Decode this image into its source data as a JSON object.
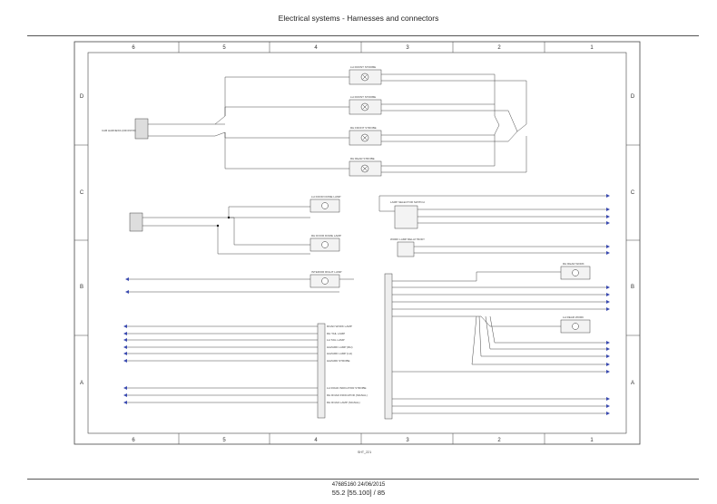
{
  "header": {
    "title": "Electrical systems - Harnesses and connectors"
  },
  "footer": {
    "doc": "47685160 24/06/2015",
    "page": "55.2 [55.100] / 85"
  },
  "grid": {
    "cols": [
      "6",
      "5",
      "4",
      "3",
      "2",
      "1"
    ],
    "rows": [
      "D",
      "C",
      "B",
      "A"
    ],
    "sheet_ref": "SHT_22",
    "sheet_num": "1"
  },
  "diagram": {
    "left_connector": "CAB HARNESS (FRONT/R)",
    "lamps_top": [
      "LH FRONT STROBE",
      "LH FRONT STROBE",
      "RH FRONT STROBE",
      "RH REAR STROBE"
    ],
    "lamps_mid": [
      "LH DOOR DOME LAMP",
      "RH DOOR DOME LAMP",
      "INTERIOR RIGHT LAMP"
    ],
    "switch": "LAMP SELECTOR SWITCH",
    "relay": "WORK LAMP RELAY BODY",
    "lamps_right": [
      "RH REAR WORK",
      "LH REAR WORK"
    ],
    "a_section_labels": [
      "ROAD WORK LAMP",
      "RH TAIL LAMP",
      "LH TAIL LAMP",
      "HAZARD LAMP (RH)",
      "HAZARD LAMP (LH)",
      "HAZARD STROBE"
    ],
    "a_lower_labels": [
      "LH ROAD INDICATOR STROBE",
      "RH ROAD INDICATOR (SIGNAL)",
      "RH ROAD LAMP (SIGNAL)"
    ]
  }
}
